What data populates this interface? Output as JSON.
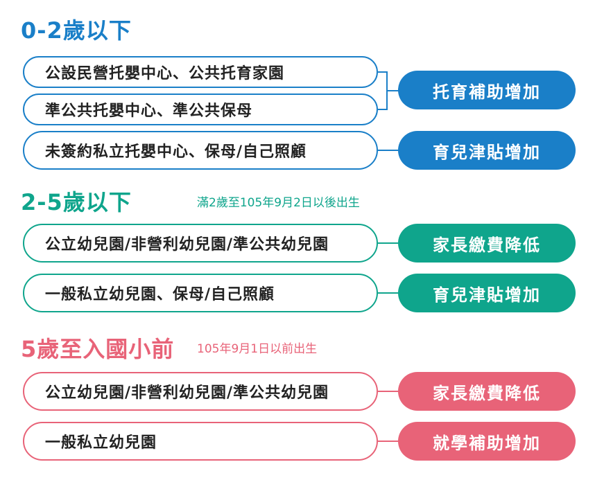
{
  "colors": {
    "blue": "#1a7fc8",
    "green": "#0fa58c",
    "pink": "#e86378"
  },
  "sections": [
    {
      "title": "0-2歲以下",
      "note": "",
      "rows": [
        {
          "label": "公設民營托嬰中心、公共托育家園"
        },
        {
          "label": "準公共托嬰中心、準公共保母"
        },
        {
          "label": "未簽約私立托嬰中心、保母/自己照顧"
        }
      ],
      "results": [
        "托育補助增加",
        "育兒津貼增加"
      ]
    },
    {
      "title": "2-5歲以下",
      "note": "滿2歲至105年9月2日以後出生",
      "rows": [
        {
          "label": "公立幼兒園/非營利幼兒園/準公共幼兒園"
        },
        {
          "label": "一般私立幼兒園、保母/自己照顧"
        }
      ],
      "results": [
        "家長繳費降低",
        "育兒津貼增加"
      ]
    },
    {
      "title": "5歲至入國小前",
      "note": "105年9月1日以前出生",
      "rows": [
        {
          "label": "公立幼兒園/非營利幼兒園/準公共幼兒園"
        },
        {
          "label": "一般私立幼兒園"
        }
      ],
      "results": [
        "家長繳費降低",
        "就學補助增加"
      ]
    }
  ]
}
